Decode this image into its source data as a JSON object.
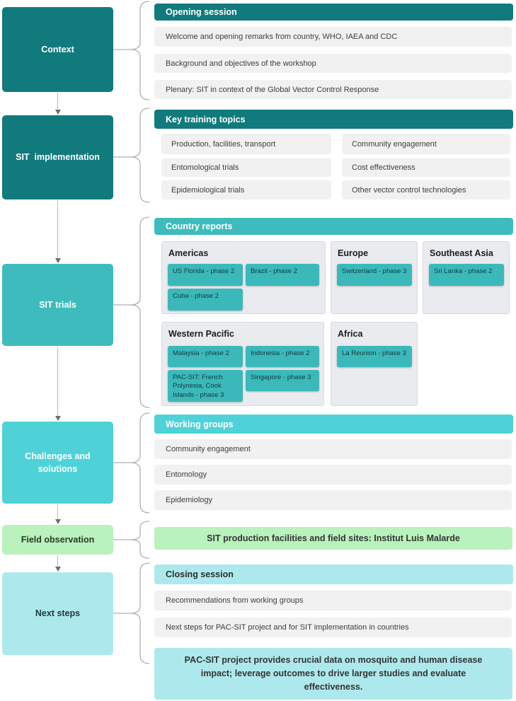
{
  "palette": {
    "dark_teal": "#117a7c",
    "medium_teal": "#3ebcbd",
    "bright_cyan": "#4ed2d8",
    "light_green": "#b9f2bc",
    "light_cyan": "#ade9ec",
    "row_gray": "#f1f1f2",
    "card_gray": "#e9ebef",
    "chip_teal": "#3bb9ba"
  },
  "left": {
    "nodes": [
      {
        "label": "Context"
      },
      {
        "label": "SIT  implementation"
      },
      {
        "label": "SIT trials"
      },
      {
        "label": "Challenges and solutions"
      },
      {
        "label": "Field observation"
      },
      {
        "label": "Next steps"
      }
    ]
  },
  "sections": {
    "opening": {
      "title": "Opening session",
      "rows": [
        "Welcome and opening remarks from country, WHO, IAEA and CDC",
        "Background and objectives of the workshop",
        "Plenary: SIT in context of the Global Vector Control Response"
      ]
    },
    "training": {
      "title": "Key training topics",
      "columns": [
        {
          "items": [
            "Production, facilities, transport",
            "Entomological trials",
            "Epidemiological trials"
          ]
        },
        {
          "items": [
            "Community engagement",
            "Cost effectiveness",
            "Other vector control technologies"
          ]
        }
      ]
    },
    "reports": {
      "title": "Country reports",
      "cards": [
        {
          "name": "Americas",
          "chips": [
            "US Florida - phase 2",
            "Brazil - phase 2",
            "Cuba - phase 2"
          ]
        },
        {
          "name": "Europe",
          "chips": [
            "Switzerland - phase 3"
          ]
        },
        {
          "name": "Southeast Asia",
          "chips": [
            "Sri Lanka - phase 2"
          ]
        },
        {
          "name": "Western Pacific",
          "chips": [
            "Malaysia - phase 2",
            "Indonesia - phase 2",
            "PAC-SIT: French Polynesia, Cook Islands - phase 3",
            "Singapore - phase 3"
          ]
        },
        {
          "name": "Africa",
          "chips": [
            "La Reunion - phase 3"
          ]
        }
      ]
    },
    "working": {
      "title": "Working groups",
      "rows": [
        "Community engagement",
        "Entomology",
        "Epidemiology"
      ]
    },
    "field": {
      "text": "SIT production facilities and field sites: Institut Luis Malarde"
    },
    "closing": {
      "title": "Closing session",
      "rows": [
        "Recommendations from working groups",
        "Next steps for PAC-SIT project and for SIT implementation in countries"
      ]
    },
    "note": {
      "text": "PAC-SIT project provides crucial data on mosquito and human disease impact; leverage outcomes to drive larger studies and evaluate effectiveness."
    }
  }
}
